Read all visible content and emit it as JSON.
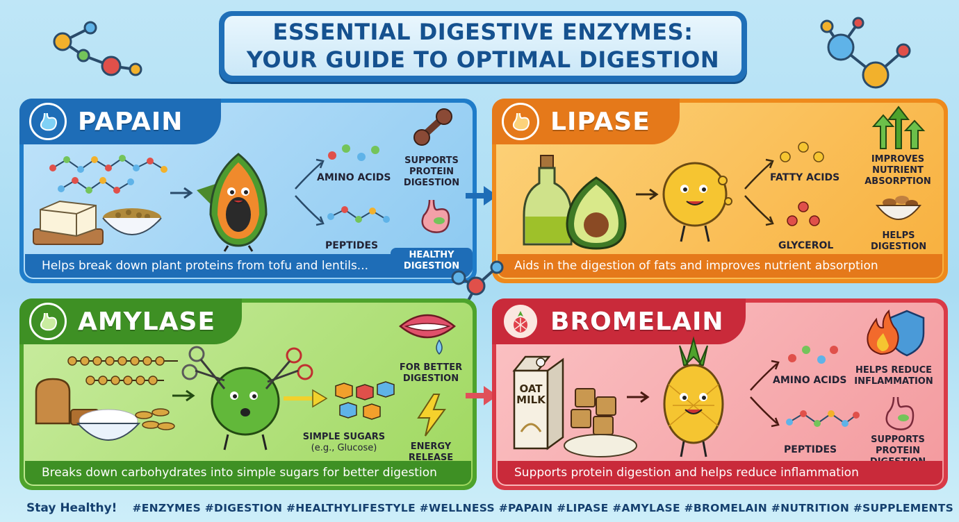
{
  "title": {
    "line1": "ESSENTIAL DIGESTIVE ENZYMES:",
    "line2": "YOUR GUIDE TO OPTIMAL DIGESTION"
  },
  "colors": {
    "papain": "#1f7cc9",
    "lipase": "#ee8a1c",
    "amylase": "#4ea32c",
    "bromelain": "#d93a47"
  },
  "panels": {
    "papain": {
      "title": "PAPAIN",
      "icon": "stomach-icon",
      "labels": [
        "AMINO ACIDS",
        "PEPTIDES"
      ],
      "benefit1": [
        "SUPPORTS",
        "PROTEIN",
        "DIGESTION"
      ],
      "benefit2": [
        "HEALTHY",
        "DIGESTION"
      ],
      "footer": "Helps break down plant proteins from tofu and lentils..."
    },
    "lipase": {
      "title": "LIPASE",
      "icon": "stomach-icon",
      "labels": [
        "FATTY ACIDS",
        "GLYCEROL"
      ],
      "benefit1": [
        "IMPROVES",
        "NUTRIENT",
        "ABSORPTION"
      ],
      "benefit2": [
        "HELPS",
        "DIGESTION"
      ],
      "footer": "Aids in the digestion of fats and improves nutrient absorption"
    },
    "amylase": {
      "title": "AMYLASE",
      "icon": "stomach-icon",
      "labels": [
        "SIMPLE SUGARS",
        "(e.g., Glucose)"
      ],
      "benefit1": [
        "FOR BETTER",
        "DIGESTION"
      ],
      "benefit2": [
        "ENERGY",
        "RELEASE"
      ],
      "footer": "Breaks down carbohydrates into simple sugars for better digestion"
    },
    "bromelain": {
      "title": "BROMELAIN",
      "icon": "pineapple-icon",
      "carton": [
        "OAT",
        "MILK"
      ],
      "labels": [
        "AMINO ACIDS",
        "PEPTIDES"
      ],
      "benefit1": [
        "HELPS REDUCE",
        "INFLAMMATION"
      ],
      "benefit2": [
        "SUPPORTS",
        "PROTEIN",
        "DIGESTION"
      ],
      "footer": "Supports protein digestion and helps reduce inflammation"
    }
  },
  "bottom": {
    "stay": "Stay Healthy!",
    "tags": "#ENZYMES #DIGESTION #HEALTHYLIFESTYLE #WELLNESS #PAPAIN #LIPASE #AMYLASE #BROMELAIN #NUTRITION #SUPPLEMENTS"
  }
}
